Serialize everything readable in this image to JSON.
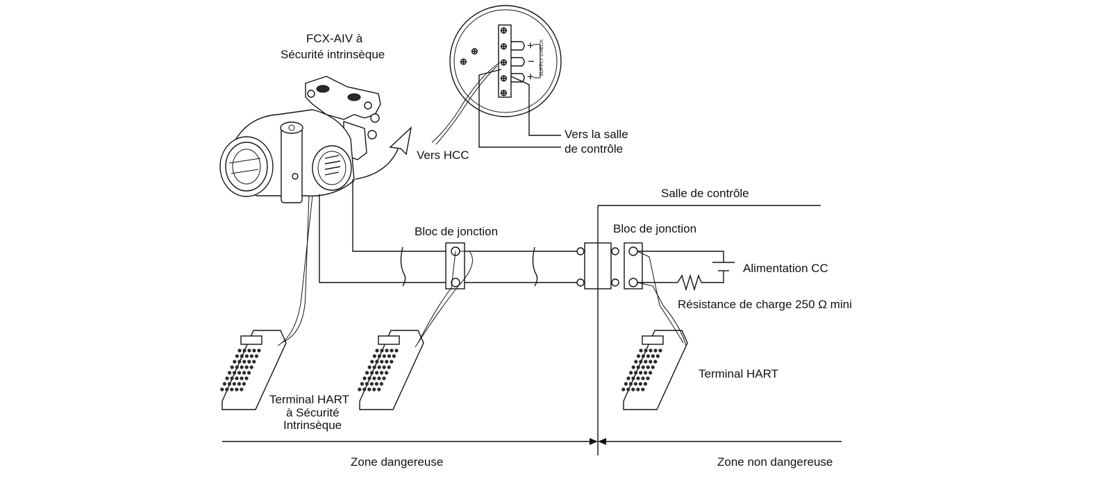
{
  "labels": {
    "transmitter": [
      "FCX-AIV à",
      "Sécurité intrinsèque"
    ],
    "to_hcc": "Vers HCC",
    "to_control_room": [
      "Vers la salle",
      "de contrôle"
    ],
    "control_room": "Salle de contrôle",
    "junction_block_left": "Bloc de jonction",
    "junction_block_right": "Bloc de jonction",
    "power_supply": "Alimentation CC",
    "load_resistance": "Résistance de charge 250 Ω mini",
    "hart_terminal_is": [
      "Terminal HART",
      "à Sécurité",
      "Intrinsèque"
    ],
    "hart_terminal": "Terminal HART",
    "hazardous_zone": "Zone dangereuse",
    "non_hazardous_zone": "Zone non dangereuse",
    "supply_check": "SUPPLY CHECK",
    "plus": "+",
    "minus": "−",
    "screw_symbol": "⊕"
  },
  "icons": {
    "transmitter": "transmitter-icon",
    "hart_terminal": "handheld-terminal-icon",
    "resistor": "resistor-icon",
    "battery": "dc-supply-icon"
  }
}
